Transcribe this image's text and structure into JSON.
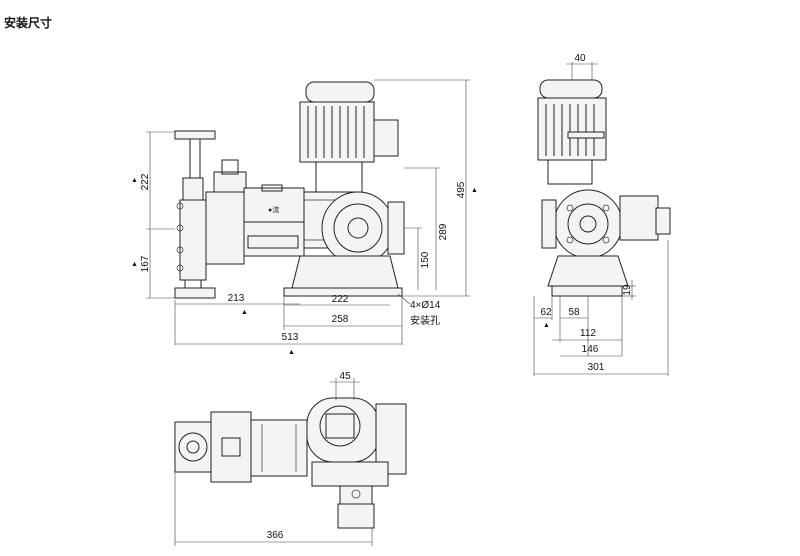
{
  "title": "安装尺寸",
  "front_view": {
    "dims": {
      "d222_top": "222",
      "d167": "167",
      "d213": "213",
      "d222_base": "222",
      "d258": "258",
      "d513": "513",
      "d150": "150",
      "d289": "289",
      "d495": "495"
    },
    "holes_label": "4×Ø14",
    "holes_note": "安装孔"
  },
  "side_view": {
    "dims": {
      "d40": "40",
      "d62": "62",
      "d58": "58",
      "d112": "112",
      "d146": "146",
      "d301": "301",
      "d19": "19"
    }
  },
  "top_view": {
    "dims": {
      "d45": "45",
      "d366": "366"
    }
  },
  "colors": {
    "line": "#222222",
    "background": "#ffffff"
  }
}
